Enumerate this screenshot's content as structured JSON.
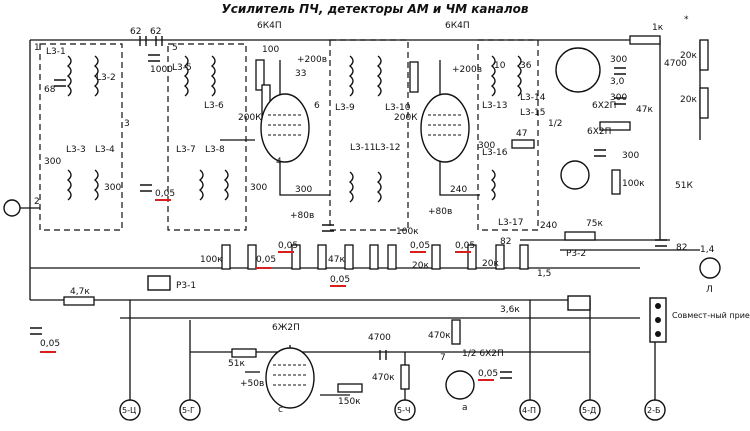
{
  "title": "Усилитель ПЧ, детекторы АМ и ЧМ каналов",
  "colors": {
    "line": "#111111",
    "highlight": "#d61f1f",
    "background": "#ffffff"
  },
  "tubes": [
    {
      "id": "tube1",
      "label": "6К4П"
    },
    {
      "id": "tube2",
      "label": "6К4П"
    },
    {
      "id": "tube3",
      "label": "6Х2П"
    },
    {
      "id": "tube4",
      "label": "6Х2П"
    },
    {
      "id": "tube5",
      "label": "6Ж2П"
    },
    {
      "id": "tube6",
      "label": "1/2 6Х2П"
    }
  ],
  "coils": [
    "L3-1",
    "L3-2",
    "L3-3",
    "L3-4",
    "L3-5",
    "L3-6",
    "L3-7",
    "L3-8",
    "L3-9",
    "L3-10",
    "L3-11",
    "L3-12",
    "L3-13",
    "L3-14",
    "L3-15",
    "L3-16",
    "L3-17"
  ],
  "values": {
    "c62a": "62",
    "c62b": "62",
    "c1000": "1000",
    "c68": "68",
    "c300a": "300",
    "c300b": "300",
    "c005a": "0,05",
    "c005b": "0,05",
    "c005c": "0,05",
    "c005d": "0,05",
    "c005e": "0,05",
    "c005f": "0,05",
    "c005g": "0,05",
    "c005h": "0,05",
    "r100a": "100",
    "c33": "33",
    "v200a": "+200в",
    "v200b": "+200в",
    "r200k_a": "200К",
    "r200k_b": "200К",
    "r100k_a": "100к",
    "r100k_b": "100к",
    "r100k_c": "100к",
    "c300c": "300",
    "c300d": "300",
    "c300e": "300",
    "v80a": "+80в",
    "v80b": "+80в",
    "r47k_a": "47к",
    "r47k_b": "47к",
    "r47": "47",
    "r20k_a": "20к",
    "r20k_b": "20к",
    "r20k_c": "20к",
    "r20k_d": "20к",
    "r1k": "1к",
    "r51k_a": "51к",
    "r51k_b": "51К",
    "c240a": "240",
    "c240b": "240",
    "c82a": "82",
    "c82b": "82",
    "r75k": "75к",
    "r36k": "3,6к",
    "r47k_c": "4,7к",
    "r10": "10",
    "r36": "36",
    "c4700a": "4700",
    "c4700b": "4700",
    "c30": "3,0",
    "r470k_a": "470к",
    "r470k_b": "470к",
    "r150k": "150к",
    "v50": "+50в",
    "pin_r": "1,5",
    "relay1": "Р3-1",
    "relay2": "Р3-2",
    "sw_label": "Совмест-ный прием",
    "lamp": "Л",
    "conn_a": "5-Ц",
    "conn_b": "5-Г",
    "conn_c": "5-Ч",
    "conn_d": "4-П",
    "conn_e": "5-Д",
    "conn_f": "2-Б",
    "lamp_val": "1,4",
    "n1": "1",
    "n2": "2",
    "n3": "3",
    "n4": "4",
    "n5": "5",
    "n6": "6",
    "n7": "7",
    "half": "1/2",
    "star": "*",
    "a_label": "а",
    "mark_c": "с",
    "c300f": "300",
    "c300g": "300"
  }
}
